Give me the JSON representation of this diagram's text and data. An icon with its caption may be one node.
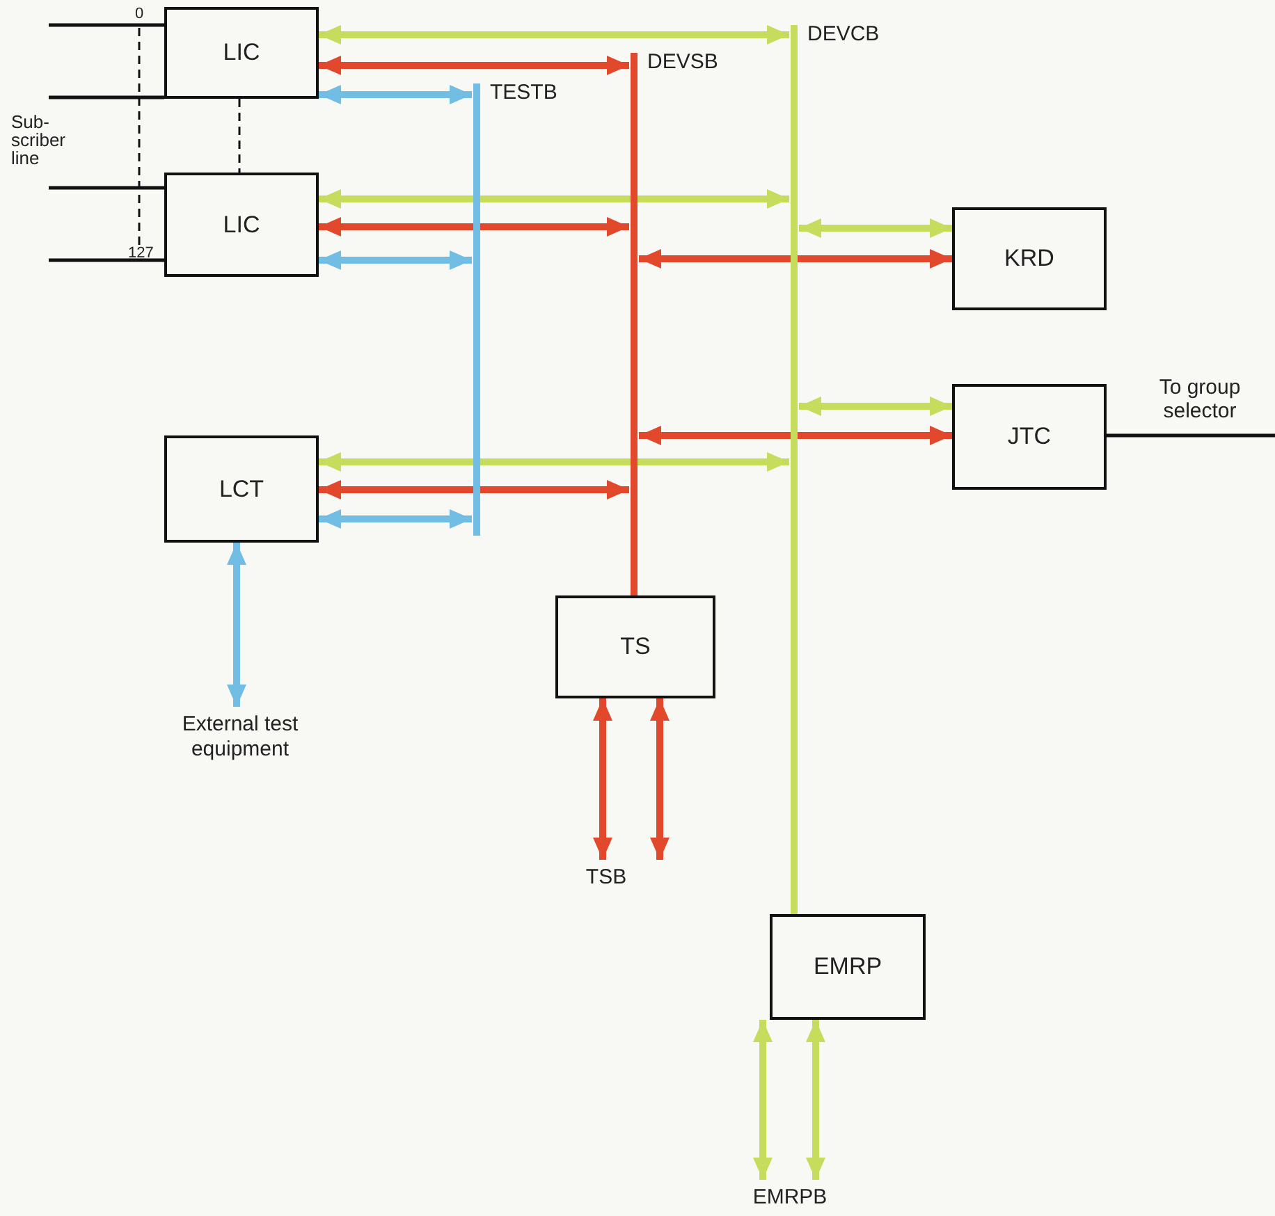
{
  "diagram": {
    "nodes": [
      {
        "text": [
          "LIC"
        ]
      },
      {
        "text": [
          "LIC"
        ]
      },
      {
        "text": [
          "KRD"
        ]
      },
      {
        "text": [
          "JTC"
        ]
      },
      {
        "text": [
          "LCT"
        ]
      },
      {
        "text": [
          "TS"
        ]
      },
      {
        "text": [
          "EMRP"
        ]
      },
      {
        "text": [],
        "shape": "bar",
        "beside": [
          "TESTB"
        ]
      },
      {
        "text": [],
        "shape": "bar",
        "beside": [
          "DEVSB"
        ]
      },
      {
        "text": [],
        "shape": "bar",
        "beside": [
          "DEVCB"
        ]
      },
      {
        "text": [
          "External test equipment"
        ]
      },
      {
        "text": [
          "TSB"
        ]
      },
      {
        "text": [
          "EMRPB"
        ]
      }
    ],
    "edges": [
      {
        "from": null,
        "to": 0,
        "arrow": "none",
        "color": "#111111"
      },
      {
        "from": null,
        "to": 0,
        "arrow": "none",
        "color": "#111111"
      },
      {
        "from": null,
        "to": 1,
        "arrow": "none",
        "color": "#111111"
      },
      {
        "from": null,
        "to": 1,
        "arrow": "none",
        "color": "#111111"
      },
      {
        "from": 0,
        "to": 1,
        "arrow": "none",
        "style": "dashed",
        "color": "#111111"
      },
      {
        "from": 0,
        "to": 9,
        "arrow": "both",
        "color": "#c5dc5c"
      },
      {
        "from": 0,
        "to": 8,
        "arrow": "both",
        "color": "#e2482c"
      },
      {
        "from": 0,
        "to": 7,
        "arrow": "both",
        "color": "#72bde3"
      },
      {
        "from": 1,
        "to": 9,
        "arrow": "both",
        "color": "#c5dc5c"
      },
      {
        "from": 1,
        "to": 8,
        "arrow": "both",
        "color": "#e2482c"
      },
      {
        "from": 1,
        "to": 7,
        "arrow": "both",
        "color": "#72bde3"
      },
      {
        "from": 9,
        "to": 2,
        "arrow": "both",
        "color": "#c5dc5c"
      },
      {
        "from": 8,
        "to": 2,
        "arrow": "both",
        "color": "#e2482c"
      },
      {
        "from": 9,
        "to": 3,
        "arrow": "both",
        "color": "#c5dc5c"
      },
      {
        "from": 8,
        "to": 3,
        "arrow": "both",
        "color": "#e2482c"
      },
      {
        "from": 3,
        "to": null,
        "arrow": "none",
        "label": "To group selector",
        "color": "#111111"
      },
      {
        "from": 4,
        "to": 9,
        "arrow": "both",
        "color": "#c5dc5c"
      },
      {
        "from": 4,
        "to": 8,
        "arrow": "both",
        "color": "#e2482c"
      },
      {
        "from": 4,
        "to": 7,
        "arrow": "both",
        "color": "#72bde3"
      },
      {
        "from": 4,
        "to": 10,
        "arrow": "both",
        "color": "#72bde3"
      },
      {
        "from": 8,
        "to": 5,
        "arrow": "none",
        "color": "#e2482c"
      },
      {
        "from": 5,
        "to": 11,
        "arrow": "both",
        "color": "#e2482c"
      },
      {
        "from": 5,
        "to": 11,
        "arrow": "both",
        "color": "#e2482c"
      },
      {
        "from": 9,
        "to": 6,
        "arrow": "none",
        "color": "#c5dc5c"
      },
      {
        "from": 6,
        "to": 12,
        "arrow": "both",
        "color": "#c5dc5c"
      },
      {
        "from": 6,
        "to": 12,
        "arrow": "both",
        "color": "#c5dc5c"
      }
    ],
    "labels": [
      "0",
      "Sub-scriber line",
      "127"
    ]
  }
}
